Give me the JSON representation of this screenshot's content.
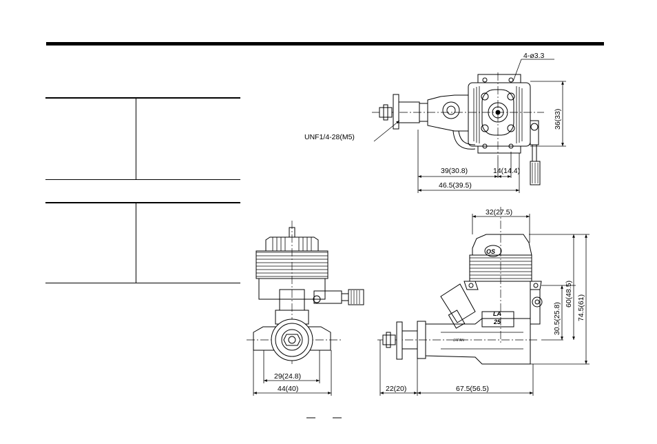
{
  "dimensions": {
    "mount_holes": "4-ø3.3",
    "height_top": "36(33)",
    "thread": "UNF1/4-28(M5)",
    "prop_to_mount": "39(30.8)",
    "mount_spacing": "14(14.4)",
    "total_top": "46.5(39.5)",
    "head_width": "32(27.5)",
    "crank_height": "30.5(25.8)",
    "mount_height": "60(48.5)",
    "overall_height": "74.5(61)",
    "front_width_inner": "29(24.8)",
    "front_width_outer": "44(40)",
    "drive_length": "22(20)",
    "body_length": "67.5(56.5)"
  },
  "markings": {
    "logo": "OS",
    "model": "LA",
    "model_number": "25",
    "origin": "JAPAN"
  }
}
